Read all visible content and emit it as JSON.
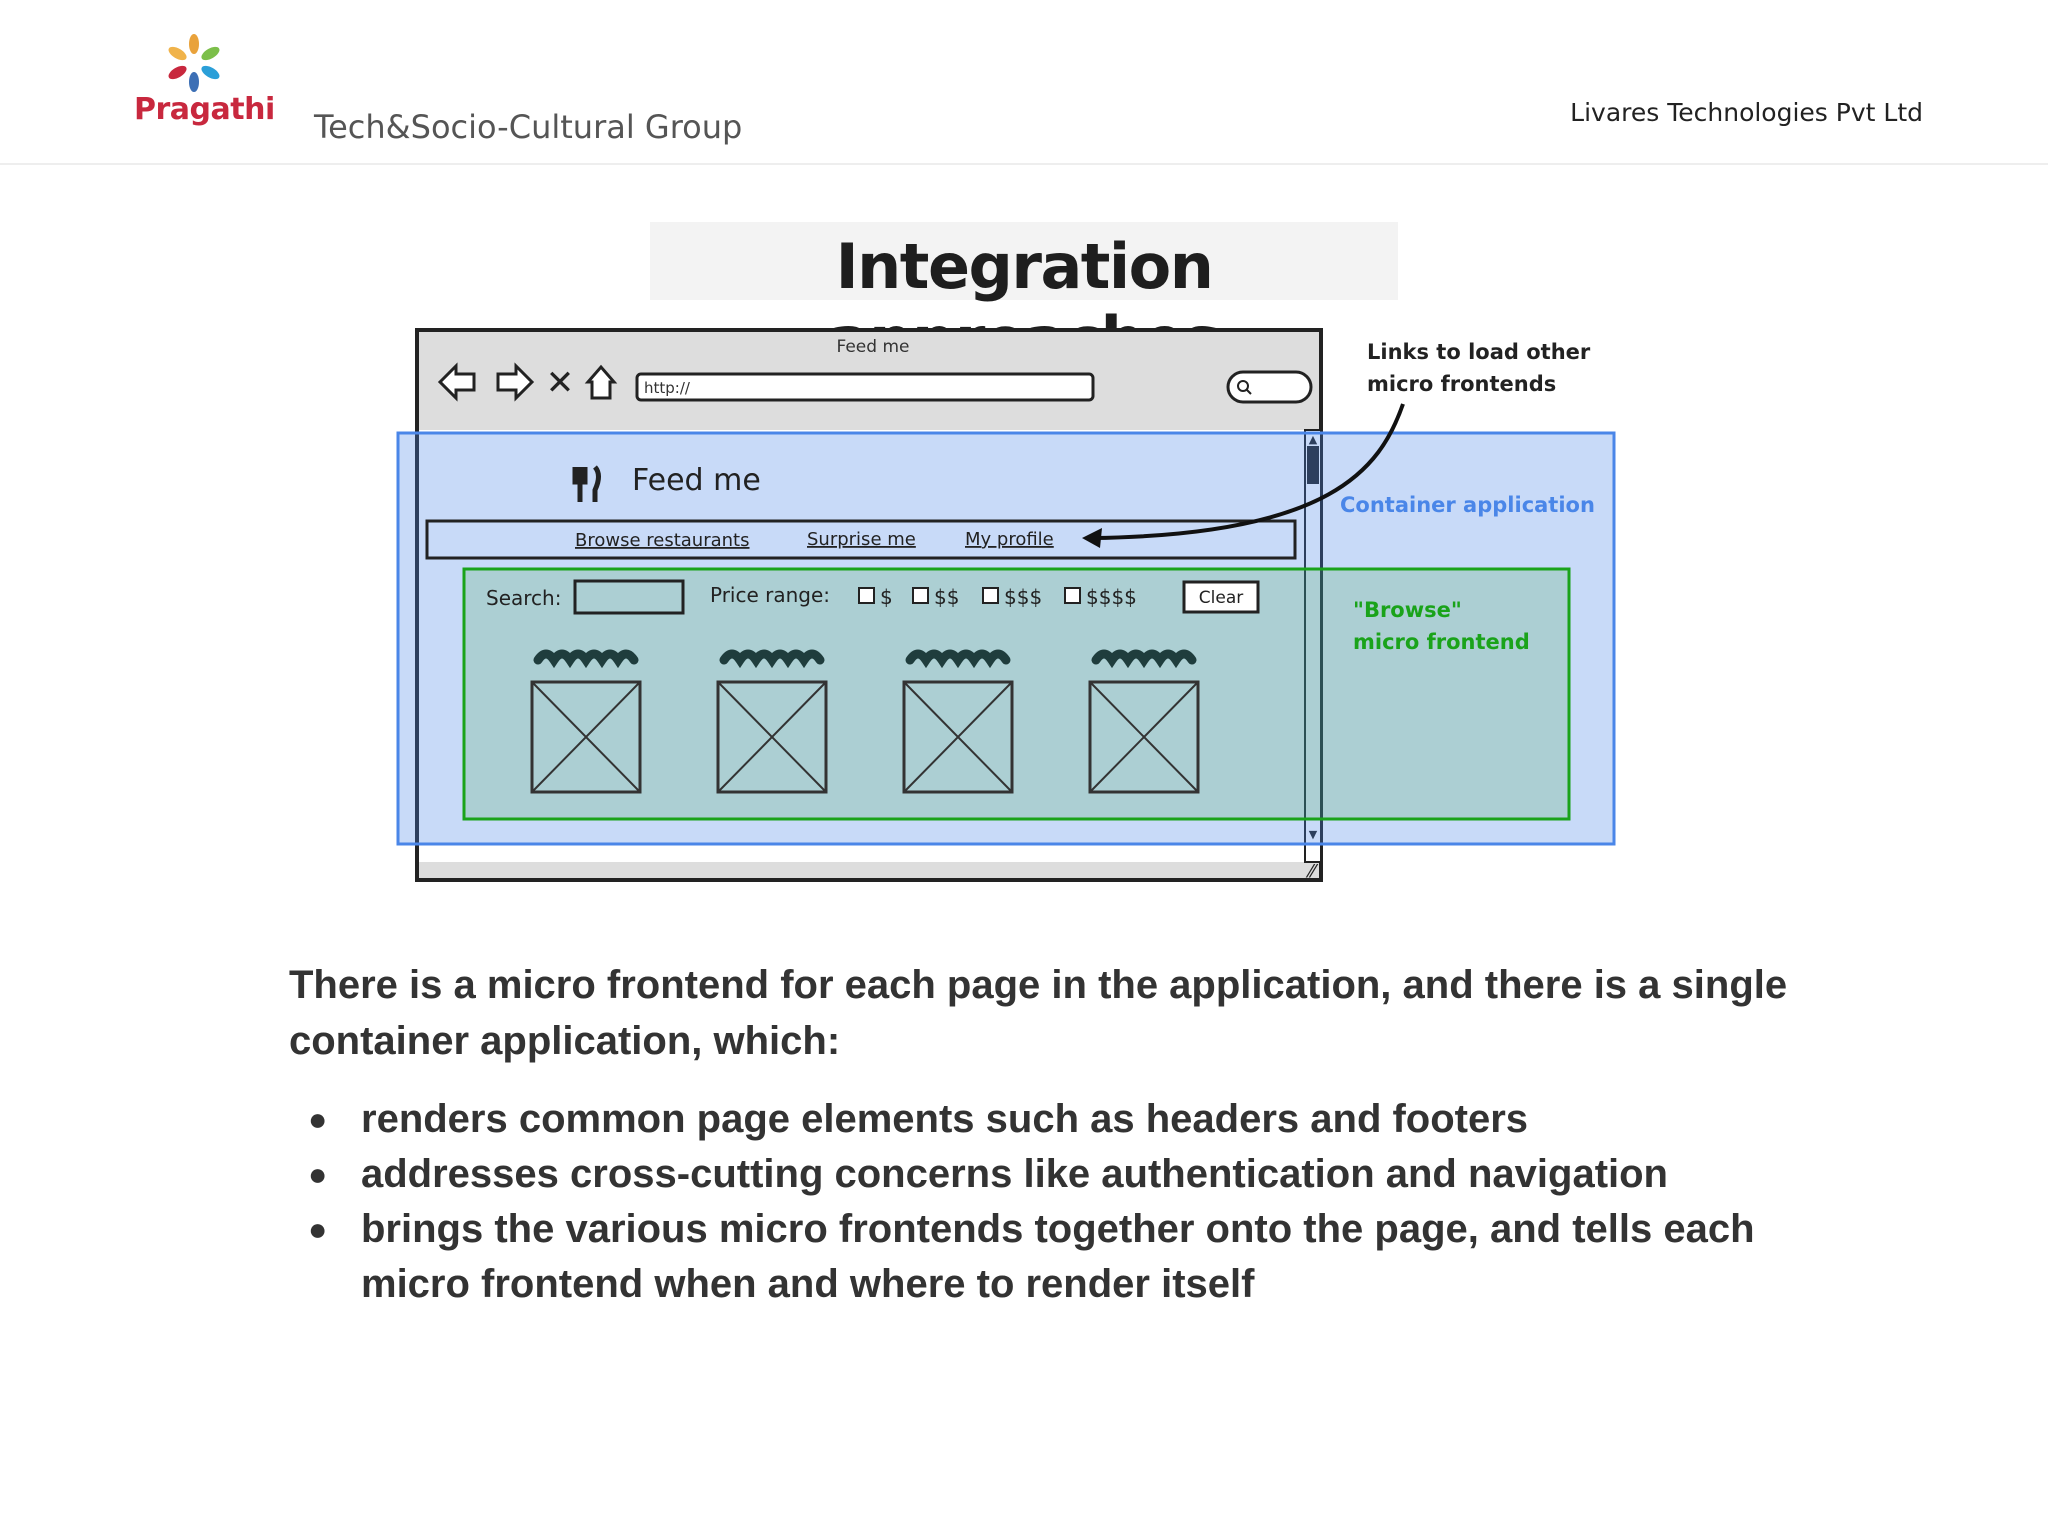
{
  "header": {
    "logo_text": "Pragathi",
    "group": "Tech&Socio-Cultural Group",
    "company": "Livares Technologies Pvt Ltd"
  },
  "slide": {
    "title": "Integration approaches"
  },
  "diagram": {
    "window_title": "Feed me",
    "url": "http://",
    "app_title": "Feed me",
    "nav_links": [
      "Browse restaurants",
      "Surprise me",
      "My profile"
    ],
    "search_label": "Search:",
    "price_label": "Price range:",
    "price_options": [
      "$",
      "$$",
      "$$$",
      "$$$$"
    ],
    "clear_label": "Clear",
    "annotation_links_line1": "Links to load other",
    "annotation_links_line2": "micro frontends",
    "annotation_container": "Container application",
    "annotation_browse_line1": "\"Browse\"",
    "annotation_browse_line2": "micro frontend",
    "colors": {
      "container": "#4a86e8",
      "browse": "#1aa31a"
    }
  },
  "body": {
    "intro": "There is a micro frontend for each page in the application, and there is a single container application, which:",
    "bullets": [
      "renders common page elements such as headers and footers",
      "addresses cross-cutting concerns like authentication and navigation",
      "brings the various micro frontends together onto the page, and tells each micro frontend when and where to render itself"
    ]
  }
}
